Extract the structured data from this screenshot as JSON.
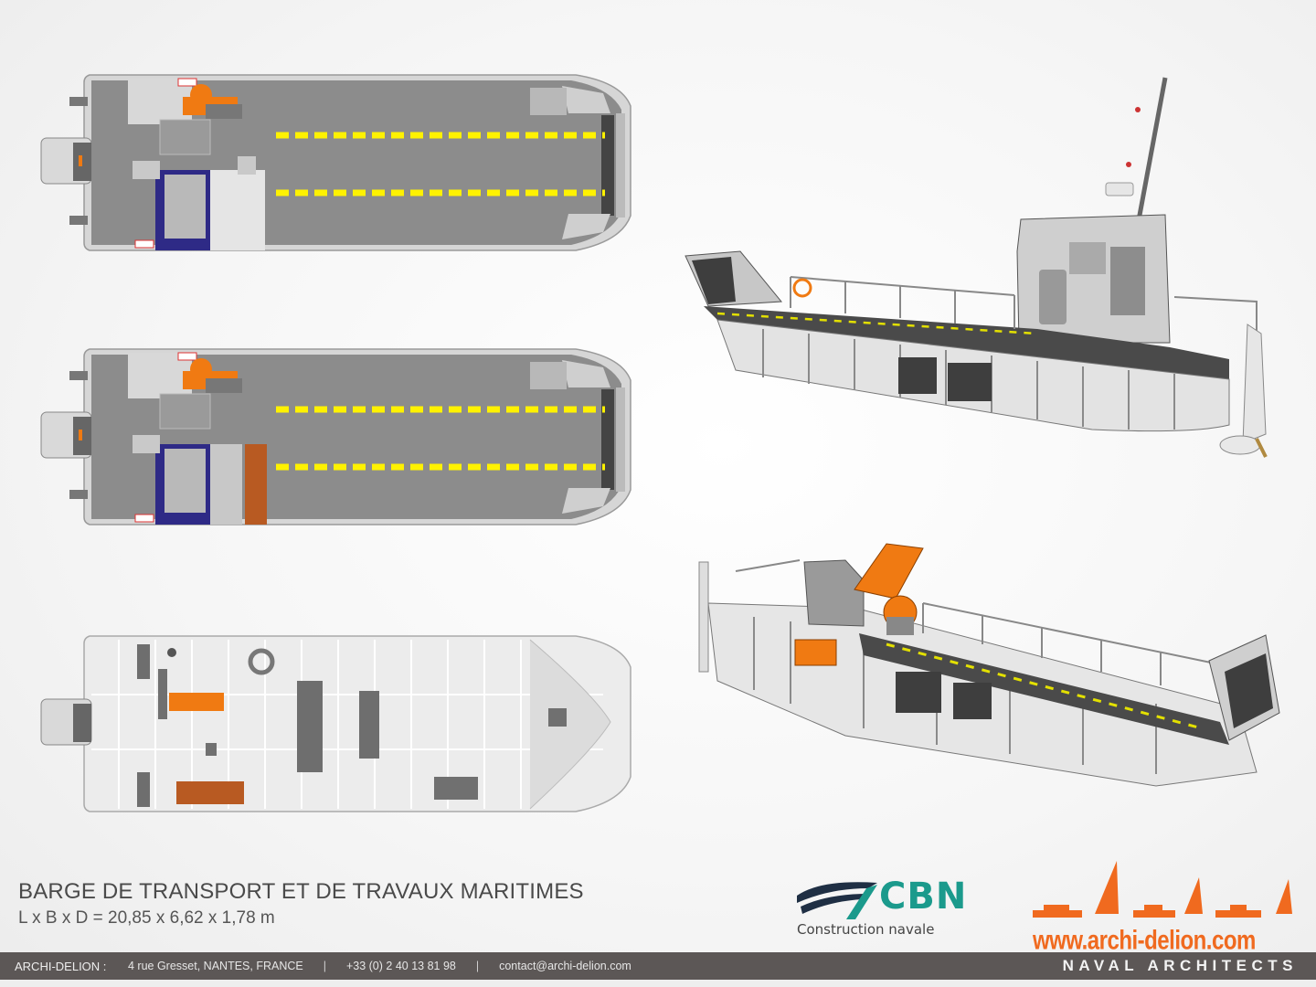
{
  "document": {
    "title": "BARGE DE TRANSPORT ET DE TRAVAUX MARITIMES",
    "dimensions": "L x B x D = 20,85 x 6,62 x 1,78 m"
  },
  "views": [
    {
      "id": "plan-deck-1",
      "kind": "top plan view - main deck with crane, wheelhouse and yellow cargo lane markings"
    },
    {
      "id": "plan-deck-2",
      "kind": "top plan view - main deck variant with crane, wheelhouse and timber bench"
    },
    {
      "id": "plan-hull",
      "kind": "top plan view - hull interior / structure with engines and tanks"
    },
    {
      "id": "iso-view-1",
      "kind": "3D cutaway - bow ramp left, wheelhouse and mast aft right"
    },
    {
      "id": "iso-view-2",
      "kind": "3D cutaway - crane and engine aft left, bow ramp right"
    }
  ],
  "colors": {
    "deck": "#8a8a8a",
    "deck_dark": "#6e6e6e",
    "hull_light": "#e8e8e8",
    "lane_marking": "#fff200",
    "crane": "#f07a12",
    "wheelhouse": "#2e2a86",
    "timber": "#b85a22",
    "cbn_teal": "#1b9a8c",
    "cbn_navy": "#1f2f44",
    "archi_orange": "#f06a1f",
    "footer_bg": "#5c5756"
  },
  "logos": {
    "cbn": {
      "mark": "CBN",
      "subtitle": "Construction navale"
    },
    "archi_delion": {
      "url": "www.archi-delion.com",
      "tagline": "NAVAL ARCHITECTS"
    }
  },
  "footer": {
    "company": "ARCHI-DELION :",
    "address": "4 rue Gresset, NANTES, FRANCE",
    "phone": "+33 (0) 2 40 13 81 98",
    "email": "contact@archi-delion.com",
    "separator": "|"
  }
}
